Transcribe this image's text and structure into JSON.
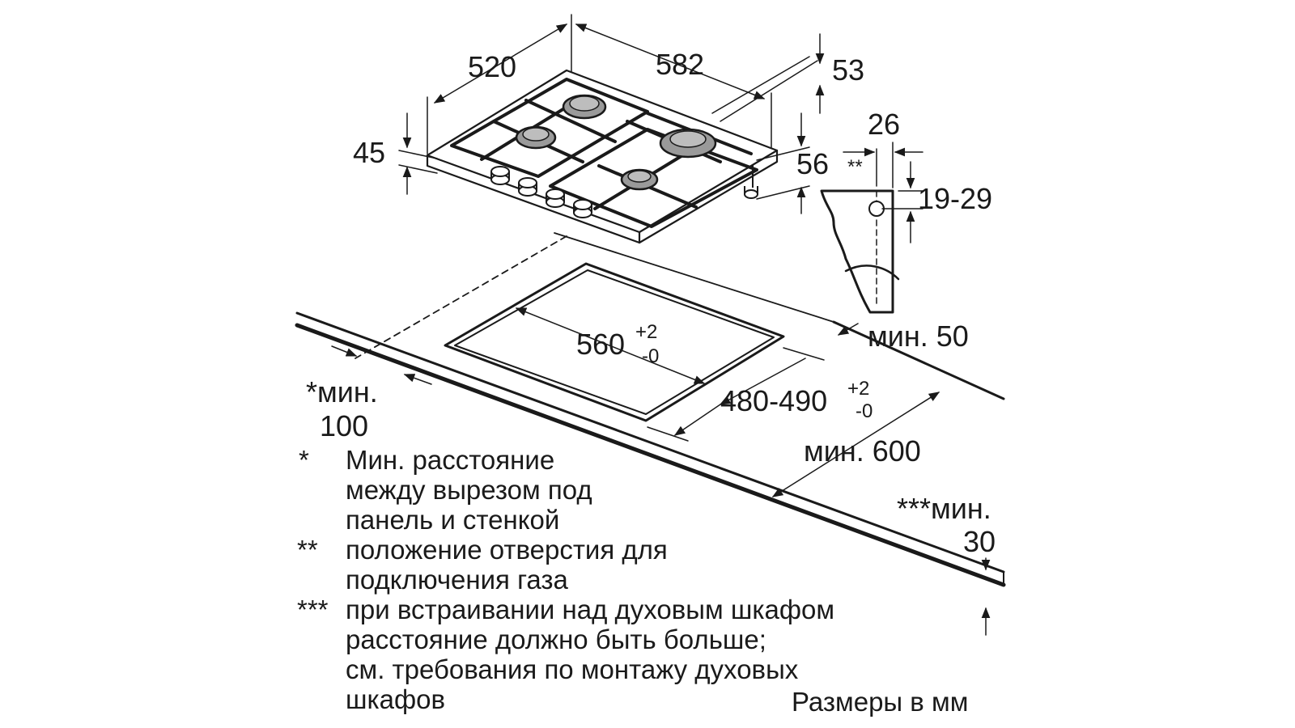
{
  "dimensions": {
    "depth": "520",
    "width": "582",
    "side_top": "53",
    "height_left": "45",
    "height_right": "56",
    "gas_offset": "26",
    "gas_marker": "**",
    "gas_height": "19-29",
    "cutout_width": "560",
    "cutout_width_tol_plus": "+2",
    "cutout_width_tol_minus": "-0",
    "cutout_depth": "480-490",
    "cutout_depth_tol_plus": "+2",
    "cutout_depth_tol_minus": "-0",
    "min_rear": "мин. 50",
    "min_front_line1": "*мин.",
    "min_front_line2": "100",
    "min_worktop": "мин. 600",
    "min_below_line1": "***мин.",
    "min_below_line2": "30"
  },
  "notes": [
    {
      "marker": "*",
      "lines": [
        "Мин. расстояние",
        "между вырезом под",
        "панель и стенкой"
      ]
    },
    {
      "marker": "**",
      "lines": [
        "положение отверстия для",
        "подключения газа"
      ]
    },
    {
      "marker": "***",
      "lines": [
        "при встраивании над духовым шкафом",
        "расстояние должно быть больше;",
        "см. требования по монтажу духовых",
        "шкафов"
      ]
    }
  ],
  "units_label": "Размеры в мм",
  "colors": {
    "ink": "#1a1a1a",
    "burner": "#9a9a9a",
    "background": "#ffffff"
  }
}
